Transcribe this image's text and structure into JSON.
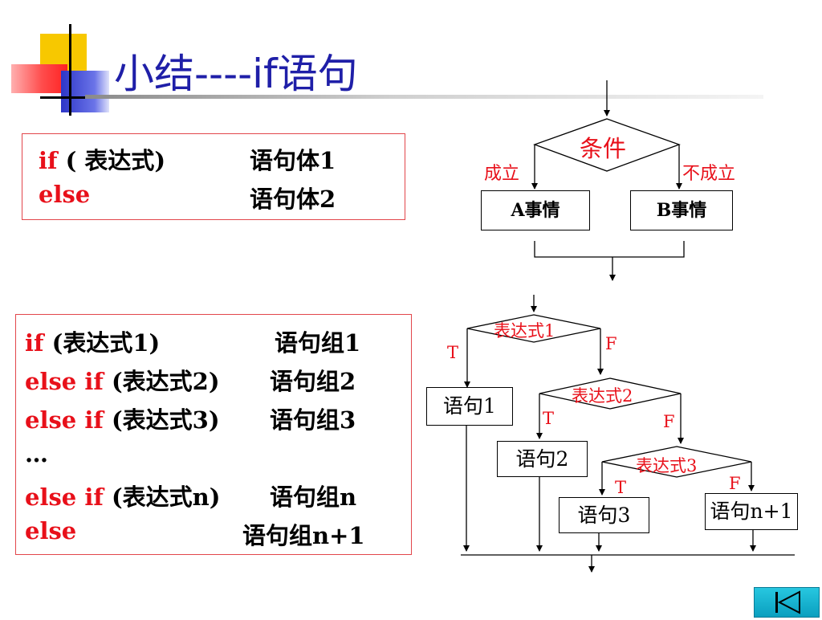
{
  "title": "小结----if语句",
  "box1": {
    "line1": {
      "kw_if": "if",
      "cond": " ( 表达式)",
      "body": "语句体1"
    },
    "line2": {
      "kw_else": "else",
      "body": "语句体2"
    }
  },
  "box2": {
    "line1": {
      "kw": "if",
      "cond": " (表达式1)",
      "body": "语句组1"
    },
    "line2": {
      "kw": "else if",
      "cond": " (表达式2)",
      "body": "语句组2"
    },
    "line3": {
      "kw": "else if",
      "cond": " (表达式3)",
      "body": "语句组3"
    },
    "ellipsis": "…",
    "line5": {
      "kw": "else if",
      "cond": " (表达式n)",
      "body": "语句组n"
    },
    "line6": {
      "kw": "else",
      "body": "语句组n+1"
    }
  },
  "flow1": {
    "condition": "条件",
    "yes": "成立",
    "no": "不成立",
    "a": "A事情",
    "b": "B事情"
  },
  "flow2": {
    "expr1": "表达式1",
    "expr2": "表达式2",
    "expr3": "表达式3",
    "t": "T",
    "f": "F",
    "s1": "语句1",
    "s2": "语句2",
    "s3": "语句3",
    "sn": "语句n+1"
  },
  "colors": {
    "keyword": "#e8101a",
    "title": "#1f1fa8",
    "box_border": "#e2464b"
  },
  "icons": {
    "nav": "skip-to-start-icon"
  }
}
